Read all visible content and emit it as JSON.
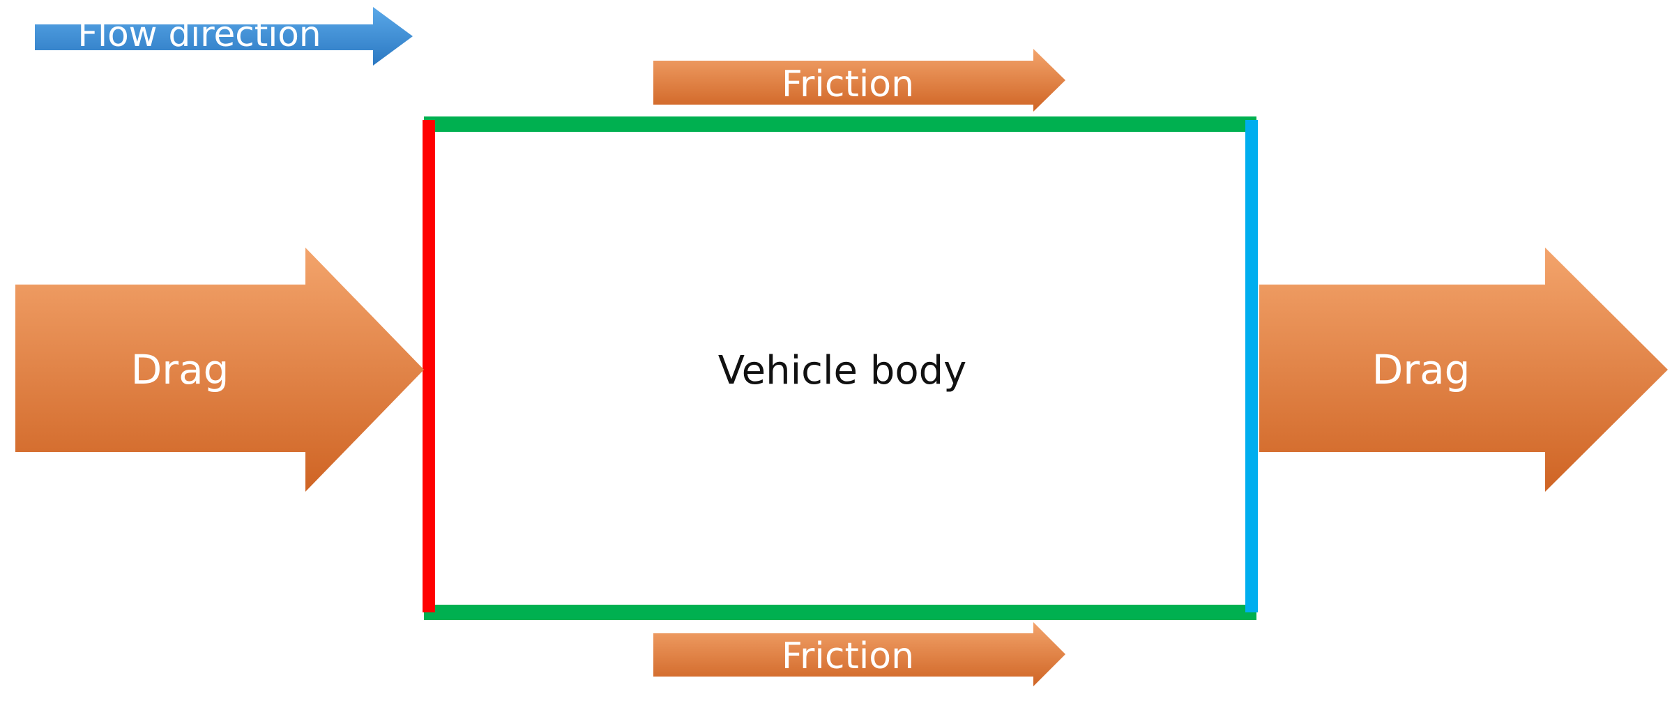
{
  "labels": {
    "flow_direction": "Flow direction",
    "friction_top": "Friction",
    "friction_bottom": "Friction",
    "drag_left": "Drag",
    "drag_right": "Drag",
    "vehicle_body": "Vehicle body"
  },
  "colors": {
    "flow_arrow_top": "#5aa8e8",
    "flow_arrow_bottom": "#2b78c2",
    "orange_arrow_top": "#f3a46c",
    "orange_arrow_bottom": "#cf6424",
    "front_face": "#ff0000",
    "rear_face": "#00aeef",
    "side_faces": "#00b050",
    "background": "#ffffff"
  }
}
